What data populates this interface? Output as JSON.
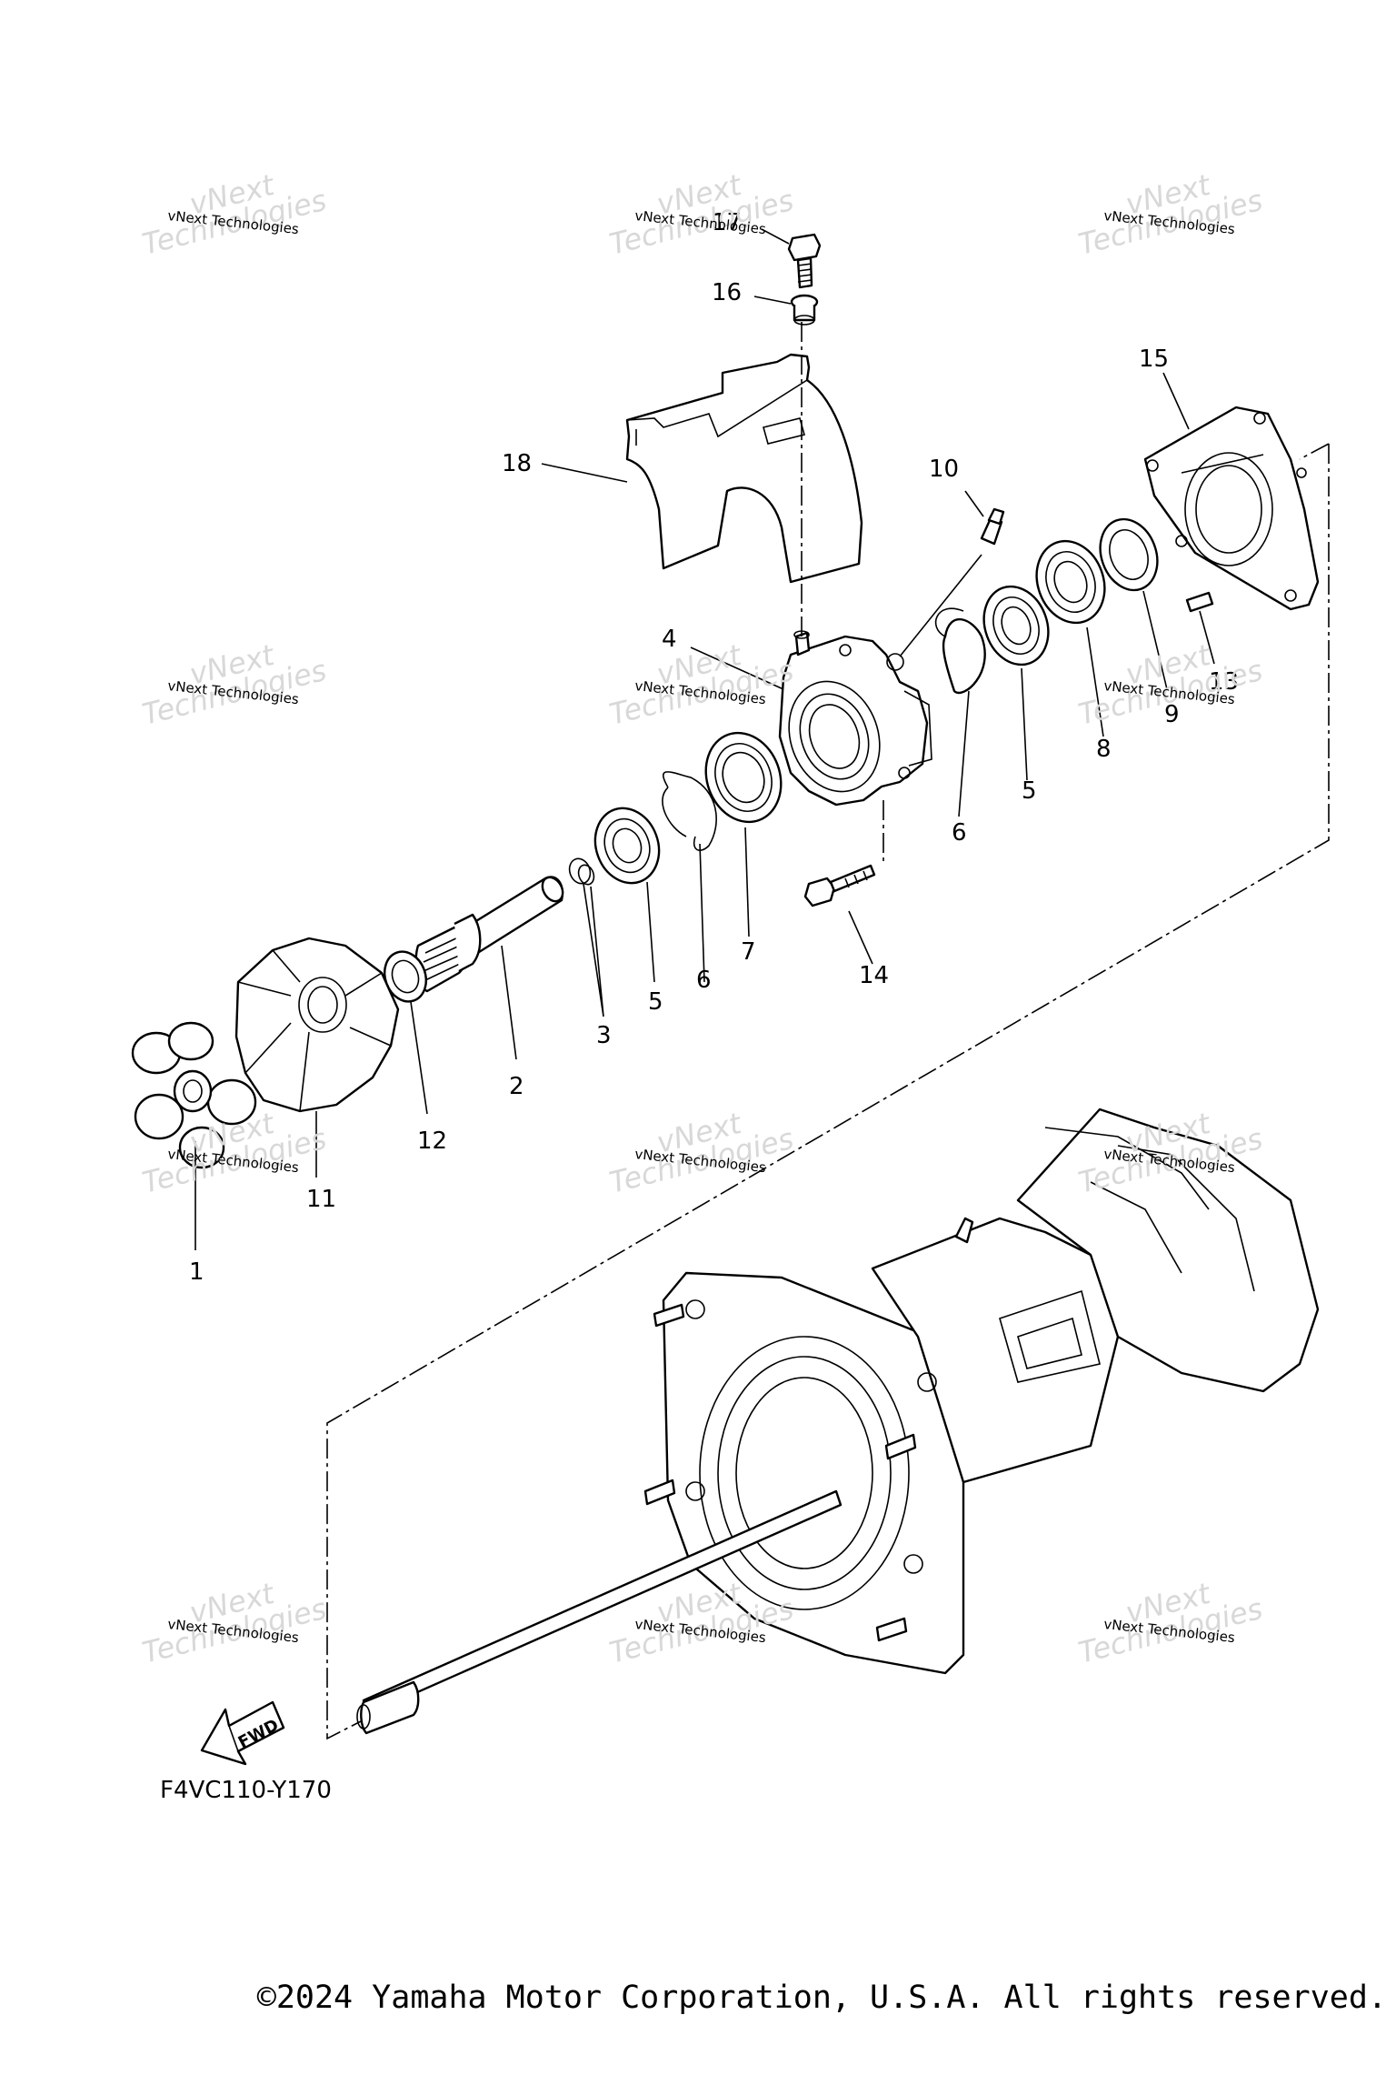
{
  "diagram": {
    "part_labels": [
      "17",
      "16",
      "15",
      "18",
      "10",
      "4",
      "13",
      "9",
      "8",
      "5",
      "6",
      "7",
      "14",
      "3",
      "5",
      "6",
      "12",
      "2",
      "11",
      "1"
    ],
    "figure_code": "F4VC110-Y170",
    "fwd_label": "FWD",
    "copyright": "©2024 Yamaha Motor Corporation, U.S.A. All rights reserved.",
    "watermark": {
      "line1": "vNext",
      "line2": "Technologies",
      "small": "vNext Technologies"
    }
  }
}
